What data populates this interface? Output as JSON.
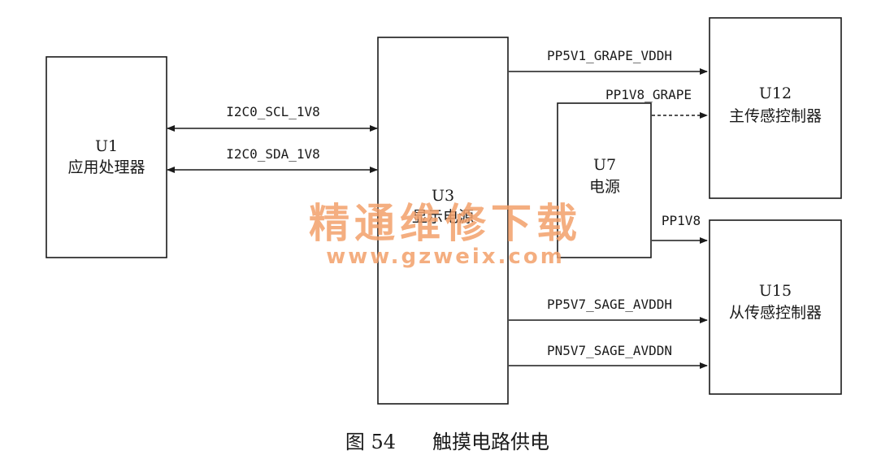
{
  "blocks": {
    "u1": {
      "id": "U1",
      "name": "应用处理器"
    },
    "u3": {
      "id": "U3",
      "name": "显示电源"
    },
    "u7": {
      "id": "U7",
      "name": "电源"
    },
    "u12": {
      "id": "U12",
      "name": "主传感控制器"
    },
    "u15": {
      "id": "U15",
      "name": "从传感控制器"
    }
  },
  "signals": {
    "scl": "I2C0_SCL_1V8",
    "sda": "I2C0_SDA_1V8",
    "pp5v1": "PP5V1_GRAPE_VDDH",
    "pp1v8_grape": "PP1V8_GRAPE",
    "pp1v8": "PP1V8",
    "pp5v7": "PP5V7_SAGE_AVDDH",
    "pn5v7": "PN5V7_SAGE_AVDDN"
  },
  "watermark": {
    "cn": "精通维修下载",
    "url": "www.gzweix.com"
  },
  "caption": {
    "fig": "图 54",
    "title": "触摸电路供电"
  }
}
